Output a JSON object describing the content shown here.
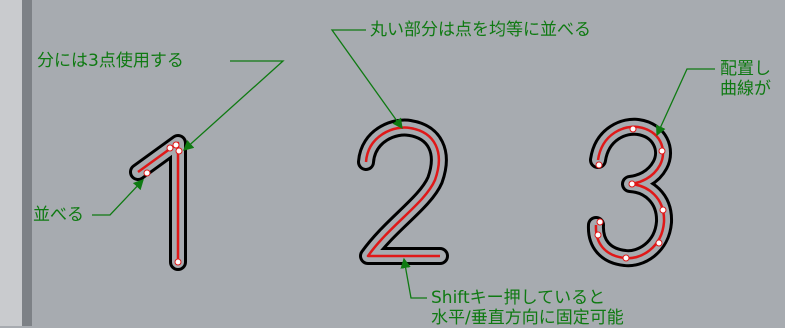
{
  "annotations": {
    "left_top": "分には3点使用する",
    "left_bottom": "並べる",
    "top_center": "丸い部分は点を均等に並べる",
    "top_right_1": "配置し",
    "top_right_2": "曲線が",
    "bottom_center_1": "Shiftキー押していると",
    "bottom_center_2": "水平/垂直方向に固定可能"
  },
  "glyphs": [
    "1",
    "2",
    "3"
  ],
  "colors": {
    "background": "#a7abb0",
    "annotation_green": "#0f7a12",
    "curve_red": "#e01818",
    "outline_black": "#000000",
    "point_white": "#ffffff"
  }
}
